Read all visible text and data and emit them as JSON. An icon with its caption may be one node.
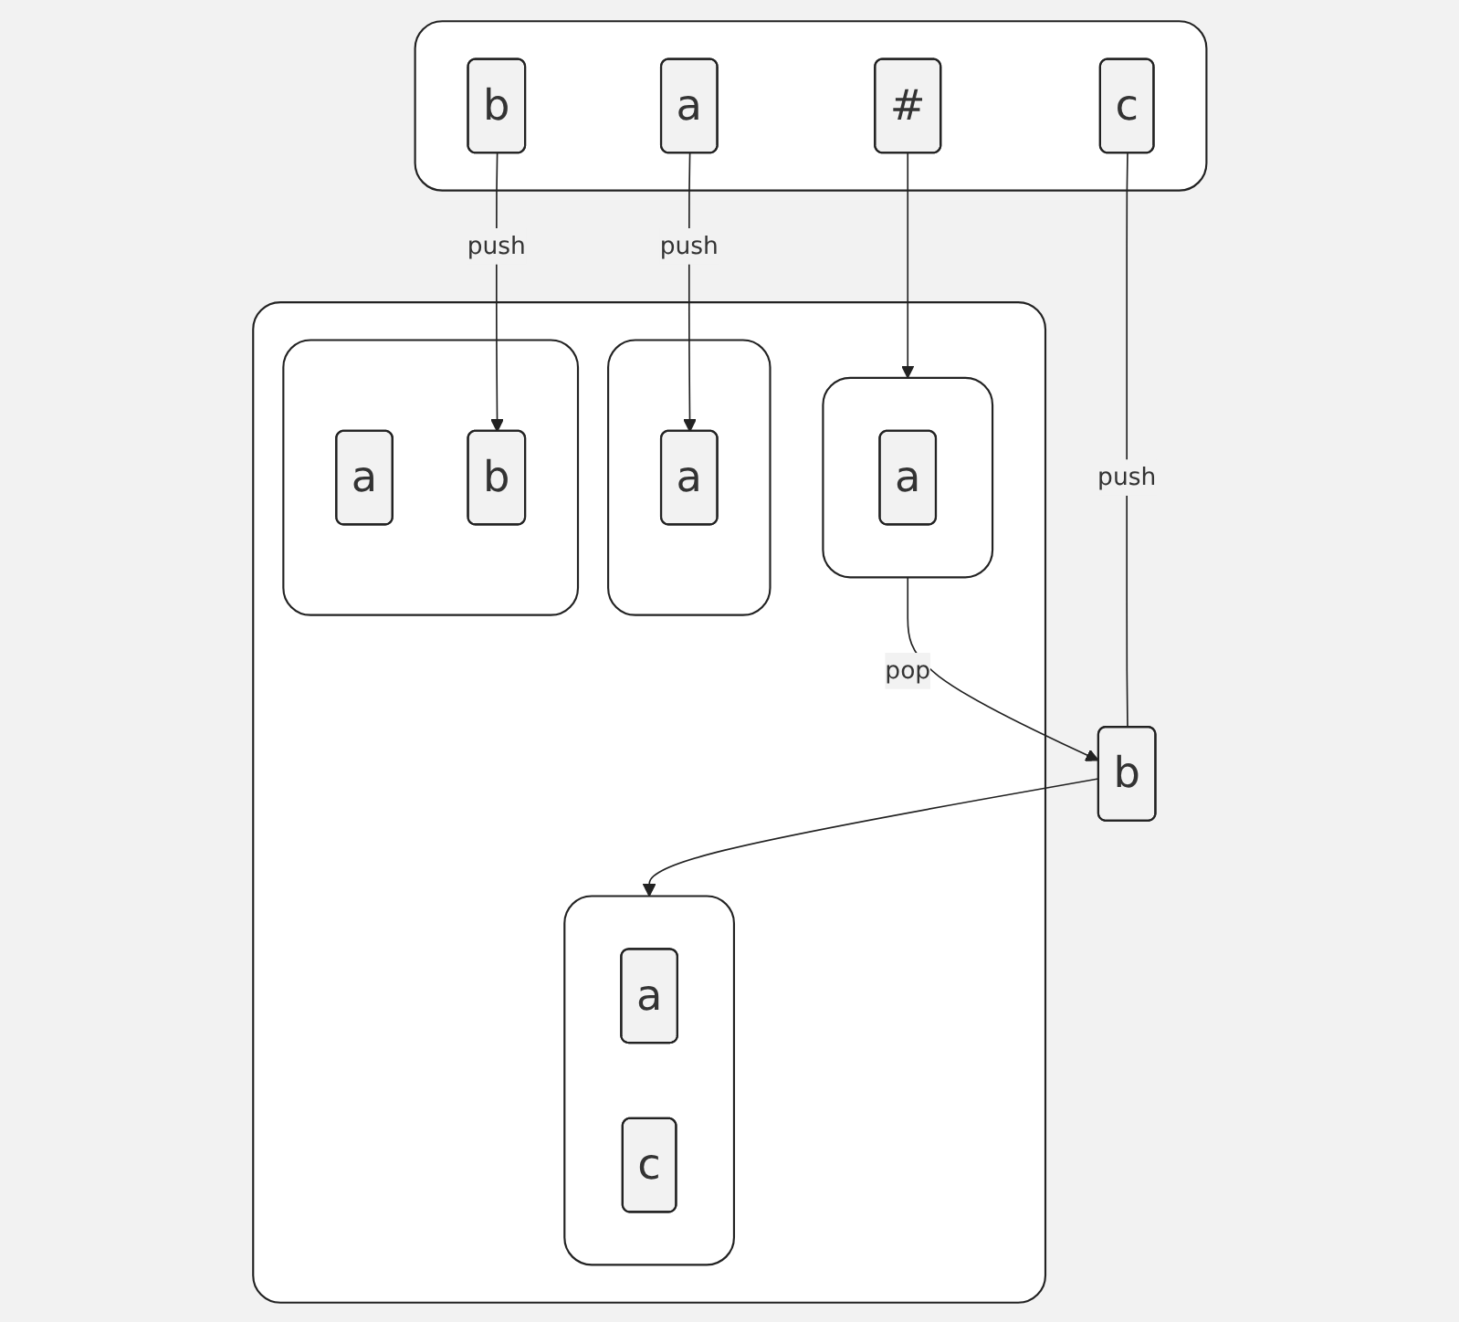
{
  "diagram": {
    "nodes": [
      {
        "text": [],
        "shape": "box"
      },
      {
        "text": [],
        "shape": "box",
        "in": 0
      },
      {
        "text": [
          "a"
        ],
        "in": 1
      },
      {
        "text": [],
        "shape": "box",
        "in": 0
      },
      {
        "text": [
          "a"
        ],
        "in": 3
      },
      {
        "text": [
          "b"
        ],
        "in": 3
      },
      {
        "text": [],
        "shape": "box",
        "in": 0
      },
      {
        "text": [
          "a"
        ],
        "in": 6
      },
      {
        "text": [],
        "shape": "box",
        "in": 0
      },
      {
        "text": [
          "a"
        ],
        "in": 8
      },
      {
        "text": [
          "c"
        ],
        "in": 8
      },
      {
        "text": [],
        "shape": "box"
      },
      {
        "text": [
          "a"
        ],
        "in": 11
      },
      {
        "text": [
          "b"
        ],
        "in": 11
      },
      {
        "text": [
          "#"
        ],
        "in": 11
      },
      {
        "text": [
          "c"
        ],
        "in": 11
      },
      {
        "text": [
          "b"
        ]
      }
    ],
    "edges": [
      {
        "from": 12,
        "to": 2,
        "arrow": "to",
        "label": "push"
      },
      {
        "from": 13,
        "to": 5,
        "arrow": "to",
        "label": "push"
      },
      {
        "from": 14,
        "to": 6,
        "arrow": "to"
      },
      {
        "from": 6,
        "to": 16,
        "arrow": "to",
        "label": "pop"
      },
      {
        "from": 15,
        "to": 16,
        "arrow": "none",
        "label": "push"
      },
      {
        "from": 16,
        "to": 8,
        "arrow": "to"
      }
    ]
  }
}
